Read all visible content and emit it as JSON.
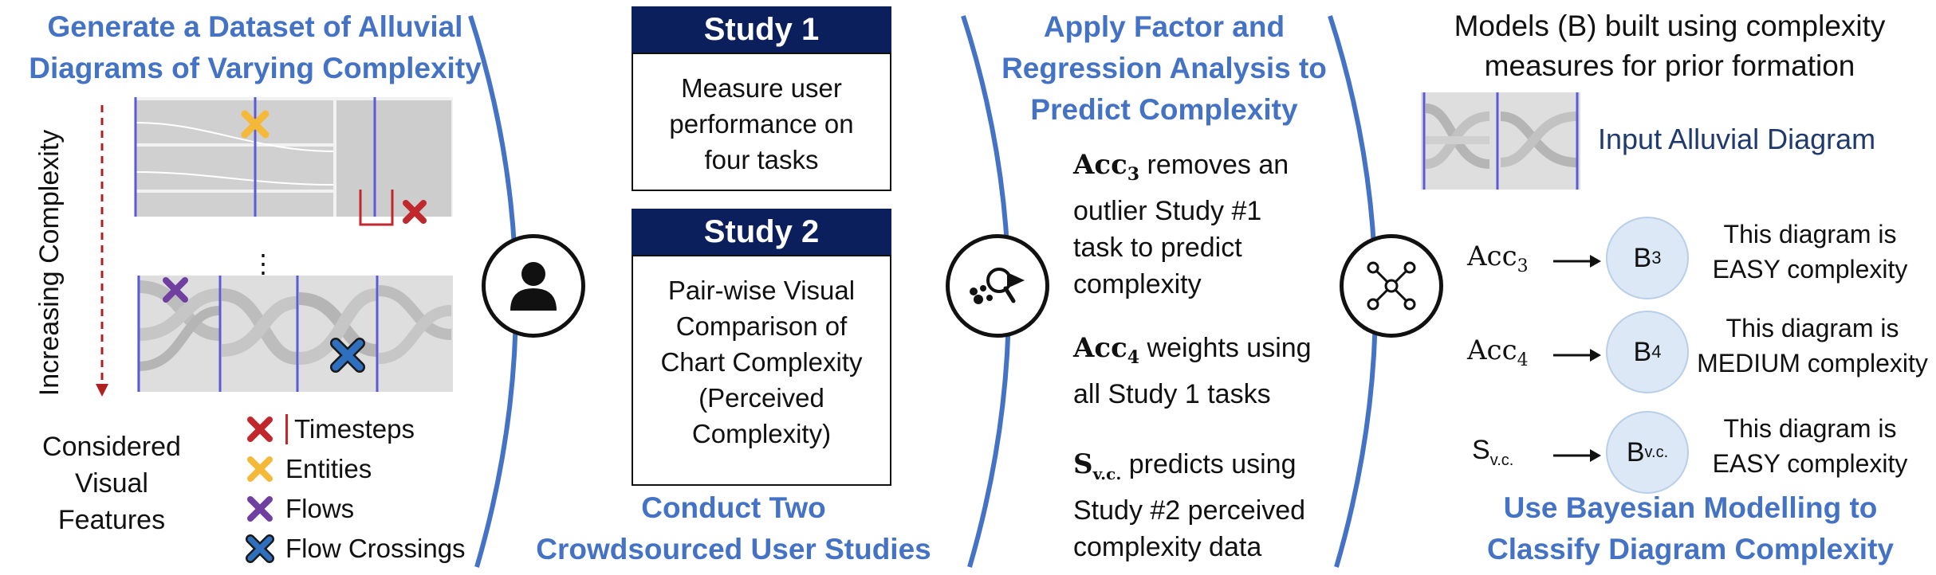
{
  "panel1": {
    "title_line1": "Generate a Dataset of Alluvial",
    "title_line2": "Diagrams of Varying Complexity",
    "axis_label": "Increasing Complexity",
    "ellipsis": "⋮",
    "features_line1": "Considered",
    "features_line2": "Visual",
    "features_line3": "Features",
    "legend": [
      {
        "label": "Timesteps",
        "color": "#c0282e"
      },
      {
        "label": "Entities",
        "color": "#f5b93a"
      },
      {
        "label": "Flows",
        "color": "#7040a0"
      },
      {
        "label": "Flow Crossings",
        "color": "#2e6fc0"
      }
    ]
  },
  "panel2": {
    "study1_title": "Study 1",
    "study1_line1": "Measure user",
    "study1_line2": "performance on",
    "study1_line3": "four tasks",
    "study2_title": "Study 2",
    "study2_line1": "Pair-wise Visual",
    "study2_line2": "Comparison of",
    "study2_line3": "Chart Complexity",
    "study2_line4": "(Perceived",
    "study2_line5": "Complexity)",
    "caption_line1": "Conduct  Two",
    "caption_line2": "Crowdsourced User Studies"
  },
  "panel3": {
    "title_line1": "Apply Factor and",
    "title_line2": "Regression Analysis to",
    "title_line3": "Predict Complexity",
    "acc3_name": "Acc",
    "acc3_sub": "3",
    "acc3_line1": " removes an",
    "acc3_line2": "outlier Study #1",
    "acc3_line3": "task to predict",
    "acc3_line4": "complexity",
    "acc4_name": "Acc",
    "acc4_sub": "4",
    "acc4_line1": " weights using",
    "acc4_line2": "all Study 1 tasks",
    "svc_name": "S",
    "svc_sub": "v.c.",
    "svc_line1": " predicts using",
    "svc_line2": "Study #2 perceived",
    "svc_line3": "complexity data"
  },
  "panel4": {
    "title_line1": "Models (B) built using complexity",
    "title_line2": "measures for prior formation",
    "input_label": "Input Alluvial Diagram",
    "rows": [
      {
        "measure": "Acc",
        "measure_sub": "3",
        "node": "B",
        "node_sub": "3",
        "result_line1": "This diagram is",
        "result_line2": "EASY complexity"
      },
      {
        "measure": "Acc",
        "measure_sub": "4",
        "node": "B",
        "node_sub": "4",
        "result_line1": "This diagram is",
        "result_line2": "MEDIUM complexity"
      },
      {
        "measure": "S",
        "measure_sub": "v.c.",
        "node": "B",
        "node_sub": "v.c.",
        "result_line1": "This diagram is",
        "result_line2": "EASY complexity"
      }
    ],
    "caption_line1": "Use Bayesian Modelling to",
    "caption_line2": "Classify Diagram Complexity"
  }
}
